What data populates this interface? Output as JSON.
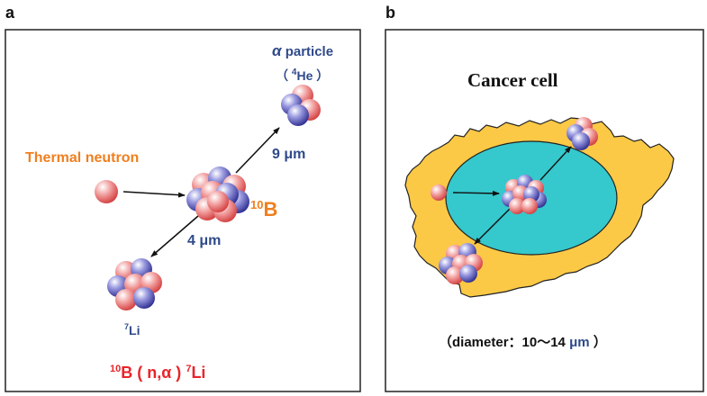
{
  "panel_a": {
    "letter": "a",
    "alpha_symbol": "α",
    "alpha_word": " particle",
    "he_open": "（ ",
    "he_sup": "4",
    "he_base": "He ）",
    "thermal_neutron": "Thermal neutron",
    "boron_sup": "10",
    "boron_base": "B",
    "dist_alpha": "9 μm",
    "dist_li": "4 μm",
    "li_sup": "7",
    "li_base": "Li",
    "reaction": {
      "b_sup": "10",
      "b_mid": "B ( n,α ) ",
      "li_sup": "7",
      "li_base": "Li"
    }
  },
  "panel_b": {
    "letter": "b",
    "title": "Cancer cell",
    "diameter_prefix": "（diameter：10～14 ",
    "diameter_unit": "μm",
    "diameter_suffix": " ）"
  },
  "colors": {
    "orange": "#f07f1e",
    "red": "#e8242a",
    "blue": "#2f4a8a",
    "cytoplasm": "#fbc946",
    "nucleus": "#35c8cc",
    "proton": "#e25555",
    "neutron": "#3c3ca2"
  }
}
